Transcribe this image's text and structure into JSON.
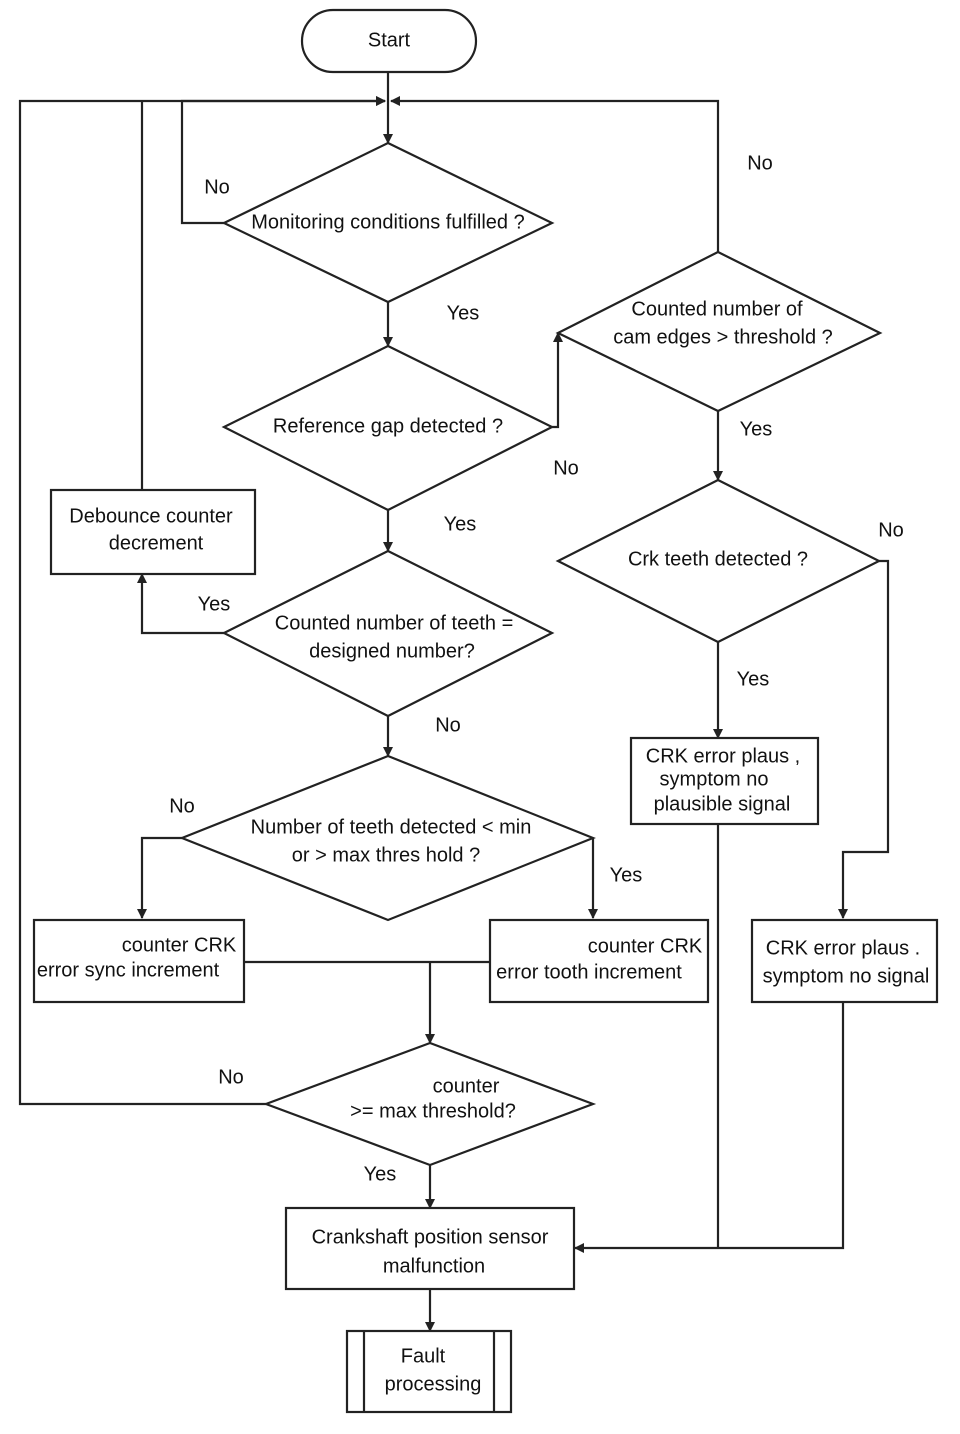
{
  "nodes": {
    "start": "Start",
    "monitoring": "Monitoring conditions fulfilled ?",
    "ref_gap": "Reference gap detected ?",
    "teeth_equal": [
      "Counted number of teeth =",
      "designed number?"
    ],
    "teeth_range": [
      "Number of teeth detected < min",
      "or > max thres hold ?"
    ],
    "debounce": [
      "Debounce counter",
      "decrement"
    ],
    "sync_inc": [
      "counter CRK",
      "error sync increment"
    ],
    "tooth_inc": [
      "counter CRK",
      "error tooth increment"
    ],
    "counter_max": [
      "counter",
      ">= max threshold?"
    ],
    "malfunction": [
      "Crankshaft position sensor",
      "malfunction"
    ],
    "fault": [
      "Fault",
      "processing"
    ],
    "cam_edges": [
      "Counted number of",
      "cam edges > threshold ?"
    ],
    "crk_teeth": "Crk teeth detected ?",
    "crk_plaus_signal": [
      "CRK error plaus ,",
      "symptom no",
      "plausible signal"
    ],
    "crk_no_signal": [
      "CRK error plaus .",
      "symptom no signal"
    ]
  },
  "labels": {
    "monitoring_no": "No",
    "monitoring_yes": "Yes",
    "ref_gap_yes": "Yes",
    "ref_gap_no": "No",
    "teeth_equal_yes": "Yes",
    "teeth_equal_no": "No",
    "teeth_range_no": "No",
    "teeth_range_yes": "Yes",
    "counter_max_no": "No",
    "counter_max_yes": "Yes",
    "cam_edges_no": "No",
    "cam_edges_yes": "Yes",
    "crk_teeth_no": "No",
    "crk_teeth_yes": "Yes"
  }
}
